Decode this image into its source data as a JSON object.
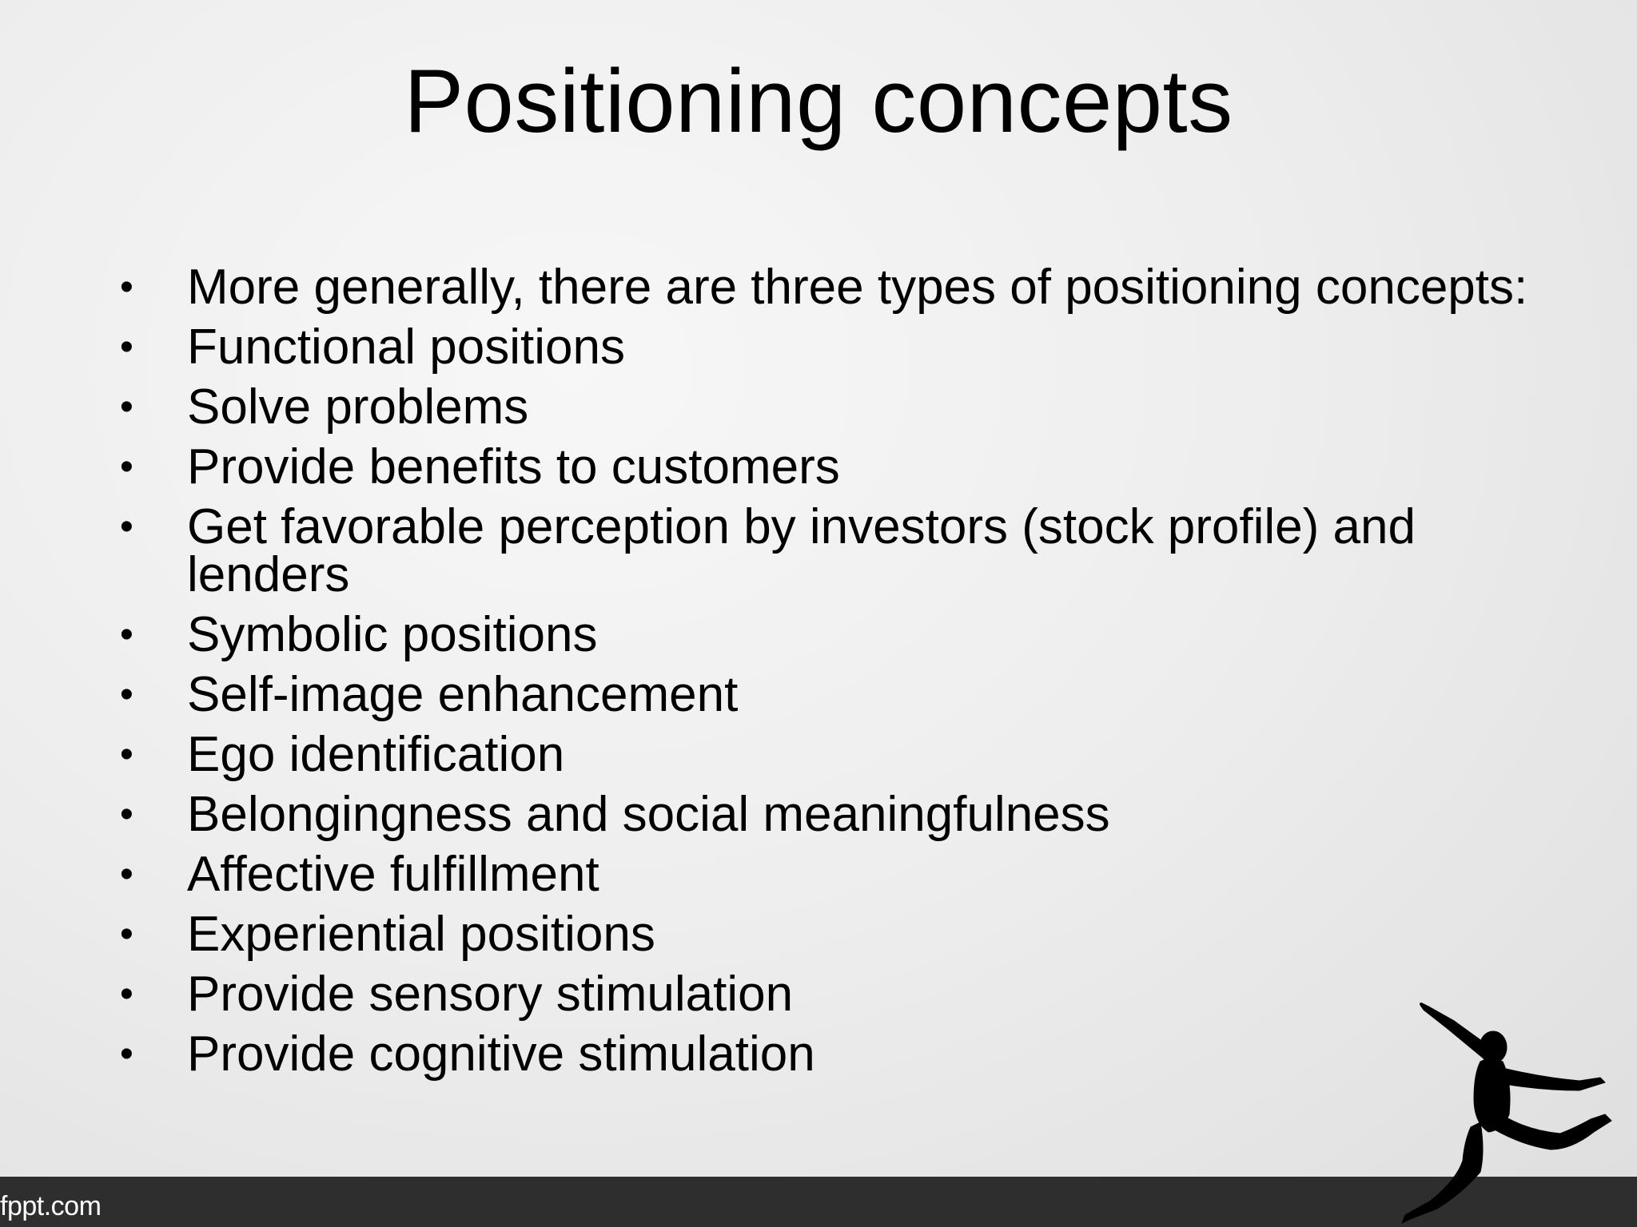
{
  "slide": {
    "title": "Positioning concepts",
    "bullet_symbol": "•",
    "bullets": [
      "More generally, there are three types of positioning concepts:",
      "Functional positions",
      "Solve problems",
      "Provide benefits to customers",
      "Get favorable perception by investors (stock profile) and lenders",
      "Symbolic positions",
      "Self-image enhancement",
      "Ego identification",
      "Belongingness and social meaningfulness",
      "Affective fulfillment",
      "Experiential positions",
      "Provide sensory stimulation",
      "Provide cognitive stimulation"
    ]
  },
  "footer": {
    "brand": "fppt.com"
  },
  "colors": {
    "background": "#ececec",
    "text": "#000000",
    "footer_bar": "#2e2e2e",
    "footer_text": "#ffffff",
    "silhouette": "#000000"
  },
  "decoration": {
    "icon": "jumping-person-silhouette-icon"
  }
}
